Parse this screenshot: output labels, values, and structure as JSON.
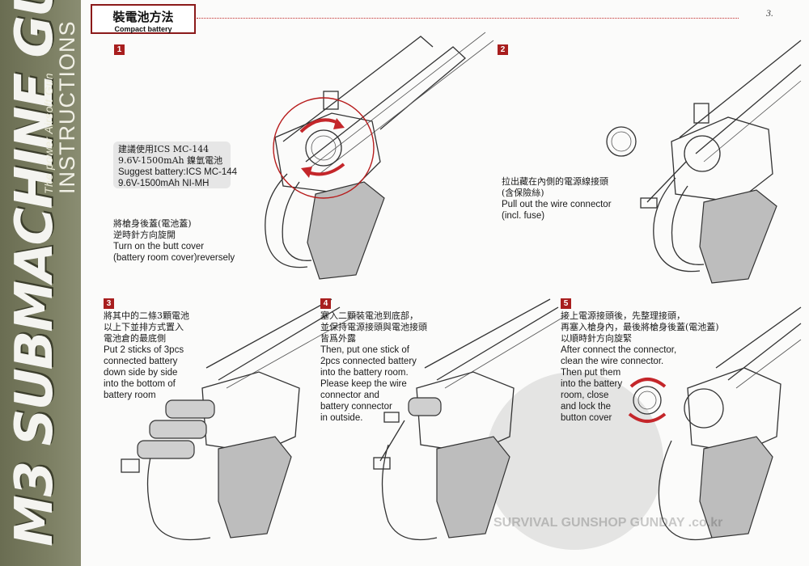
{
  "sidebar": {
    "model": "M3",
    "name": "SUBMACHINE GUN",
    "tagline": "The power Airsoft Gun",
    "doc_type": "INSTRUCTIONS"
  },
  "header": {
    "title_zh": "裝電池方法",
    "title_en": "Compact battery",
    "page_number": "3."
  },
  "steps": [
    {
      "number": "1",
      "suggest_lines": [
        "建議使用ICS MC-144",
        "9.6V-1500mAh 鎳氫電池",
        "Suggest battery:ICS MC-144",
        "9.6V-1500mAh NI-MH"
      ],
      "zh_lines": [
        "將槍身後蓋(電池蓋)",
        "逆時針方向旋開"
      ],
      "en_lines": [
        "Turn on the butt cover",
        "(battery room cover)reversely"
      ]
    },
    {
      "number": "2",
      "zh_lines": [
        "拉出藏在內側的電源線接頭",
        "(含保險絲)"
      ],
      "en_lines": [
        "Pull out the wire connector",
        "(incl. fuse)"
      ]
    },
    {
      "number": "3",
      "zh_lines": [
        "將其中的二條3顆電池",
        "以上下並排方式置入",
        "電池倉的最底側"
      ],
      "en_lines": [
        "Put 2 sticks of 3pcs",
        "connected battery",
        "down side by side",
        "into the bottom of",
        "battery room"
      ]
    },
    {
      "number": "4",
      "zh_lines": [
        "塞入二顆裝電池到底部，",
        "並保持電源接頭與電池接頭",
        "皆爲外露"
      ],
      "en_lines": [
        "Then, put one stick of",
        "2pcs connected battery",
        "into the battery room.",
        "Please keep the wire",
        "connector and",
        "battery connector",
        "in outside."
      ]
    },
    {
      "number": "5",
      "zh_lines": [
        "接上電源接頭後，先整理接頭，",
        "再塞入槍身內，最後將槍身後蓋(電池蓋)",
        "以順時針方向旋緊"
      ],
      "en_lines": [
        "After connect the connector,",
        "clean the wire connector.",
        "Then put them",
        "into the battery",
        "room, close",
        "and lock the",
        "button cover"
      ]
    }
  ],
  "watermark": {
    "arc_text": "SURVIVAL GUNSHOP GUNDAY",
    "domain": ".co.kr"
  }
}
